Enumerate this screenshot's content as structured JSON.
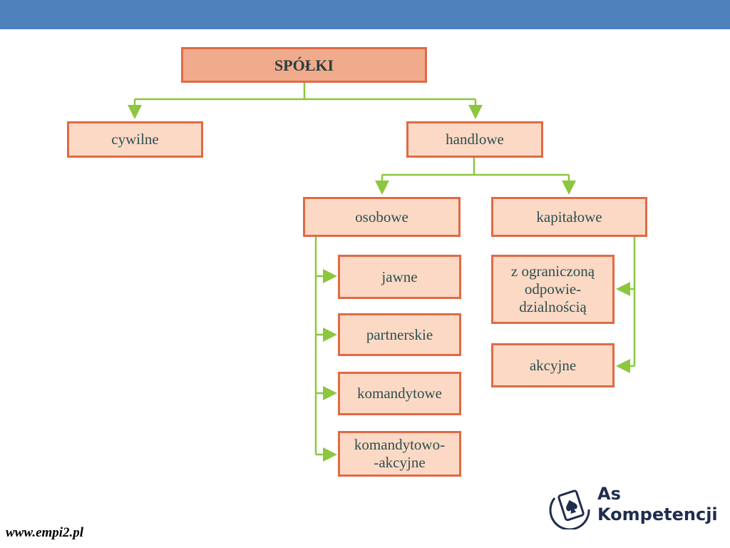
{
  "colors": {
    "top_bar": "#4f81bd",
    "node_fill": "#fbd9c5",
    "root_fill": "#f0ab8d",
    "node_border": "#e06a45",
    "connector": "#8dc63f",
    "text": "#2f4f4f",
    "logo": "#1f2d4e"
  },
  "diagram": {
    "root": "SPÓŁKI",
    "civil": "cywilne",
    "commercial": "handlowe",
    "personal": "osobowe",
    "capital": "kapitałowe",
    "personal_children": [
      "jawne",
      "partnerskie",
      "komandytowe",
      "komandytowo-\n-akcyjne"
    ],
    "capital_children": [
      "z ograniczoną\nodpowie-\ndzialnością",
      "akcyjne"
    ]
  },
  "footer": {
    "url": "www.empi2.pl"
  },
  "logo": {
    "line1": "As",
    "line2": "Kompetencji",
    "icon": "spade-card-icon"
  }
}
